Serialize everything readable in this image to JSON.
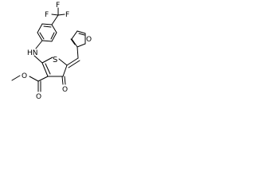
{
  "colors": {
    "background": "#ffffff",
    "bond": "#000000",
    "text": "#000000"
  },
  "atoms": {
    "f_top": "F",
    "f_left": "F",
    "f_right": "F",
    "hn": "HN",
    "o_furan": "O",
    "s_ring": "S",
    "o_ester_1": "O",
    "o_ester_2": "O",
    "o_ketone": "O"
  }
}
